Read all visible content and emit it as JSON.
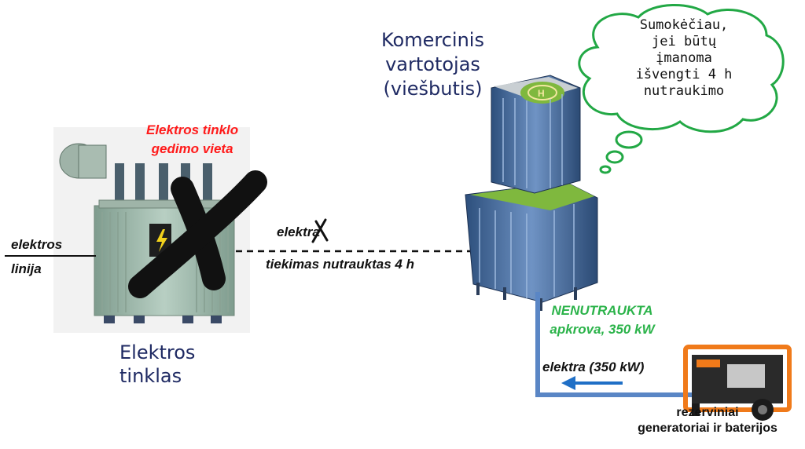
{
  "grid": {
    "title_line1": "Elektros",
    "title_line2": "tinklas",
    "fault_line1": "Elektros tinklo",
    "fault_line2": "gedimo vieta",
    "line_label1": "elektros",
    "line_label2": "linija"
  },
  "connection": {
    "crossed_word": "elektra",
    "status": "tiekimas nutrauktas 4 h"
  },
  "consumer": {
    "title_line1": "Komercinis",
    "title_line2": "vartotojas",
    "title_line3": "(viešbutis)"
  },
  "thought": {
    "line1": "Sumokėčiau,",
    "line2": "jei būtų",
    "line3": "įmanoma",
    "line4": "išvengti 4 h",
    "line5": "nutraukimo"
  },
  "load": {
    "line1": "NENUTRAUKTA",
    "line2": "apkrova, 350 kW",
    "flow_label": "elektra (350 kW)"
  },
  "backup": {
    "line1": "rezerviniai",
    "line2": "generatoriai ir baterijos"
  },
  "colors": {
    "title_navy": "#1f2a63",
    "fault_red": "#ff1a1a",
    "nonstop_green": "#2bb34a",
    "cloud_border": "#22a845",
    "feed_line_blue": "#5a86c5",
    "arrow_blue": "#1f6fc6",
    "generator_orange": "#f07a1a"
  }
}
